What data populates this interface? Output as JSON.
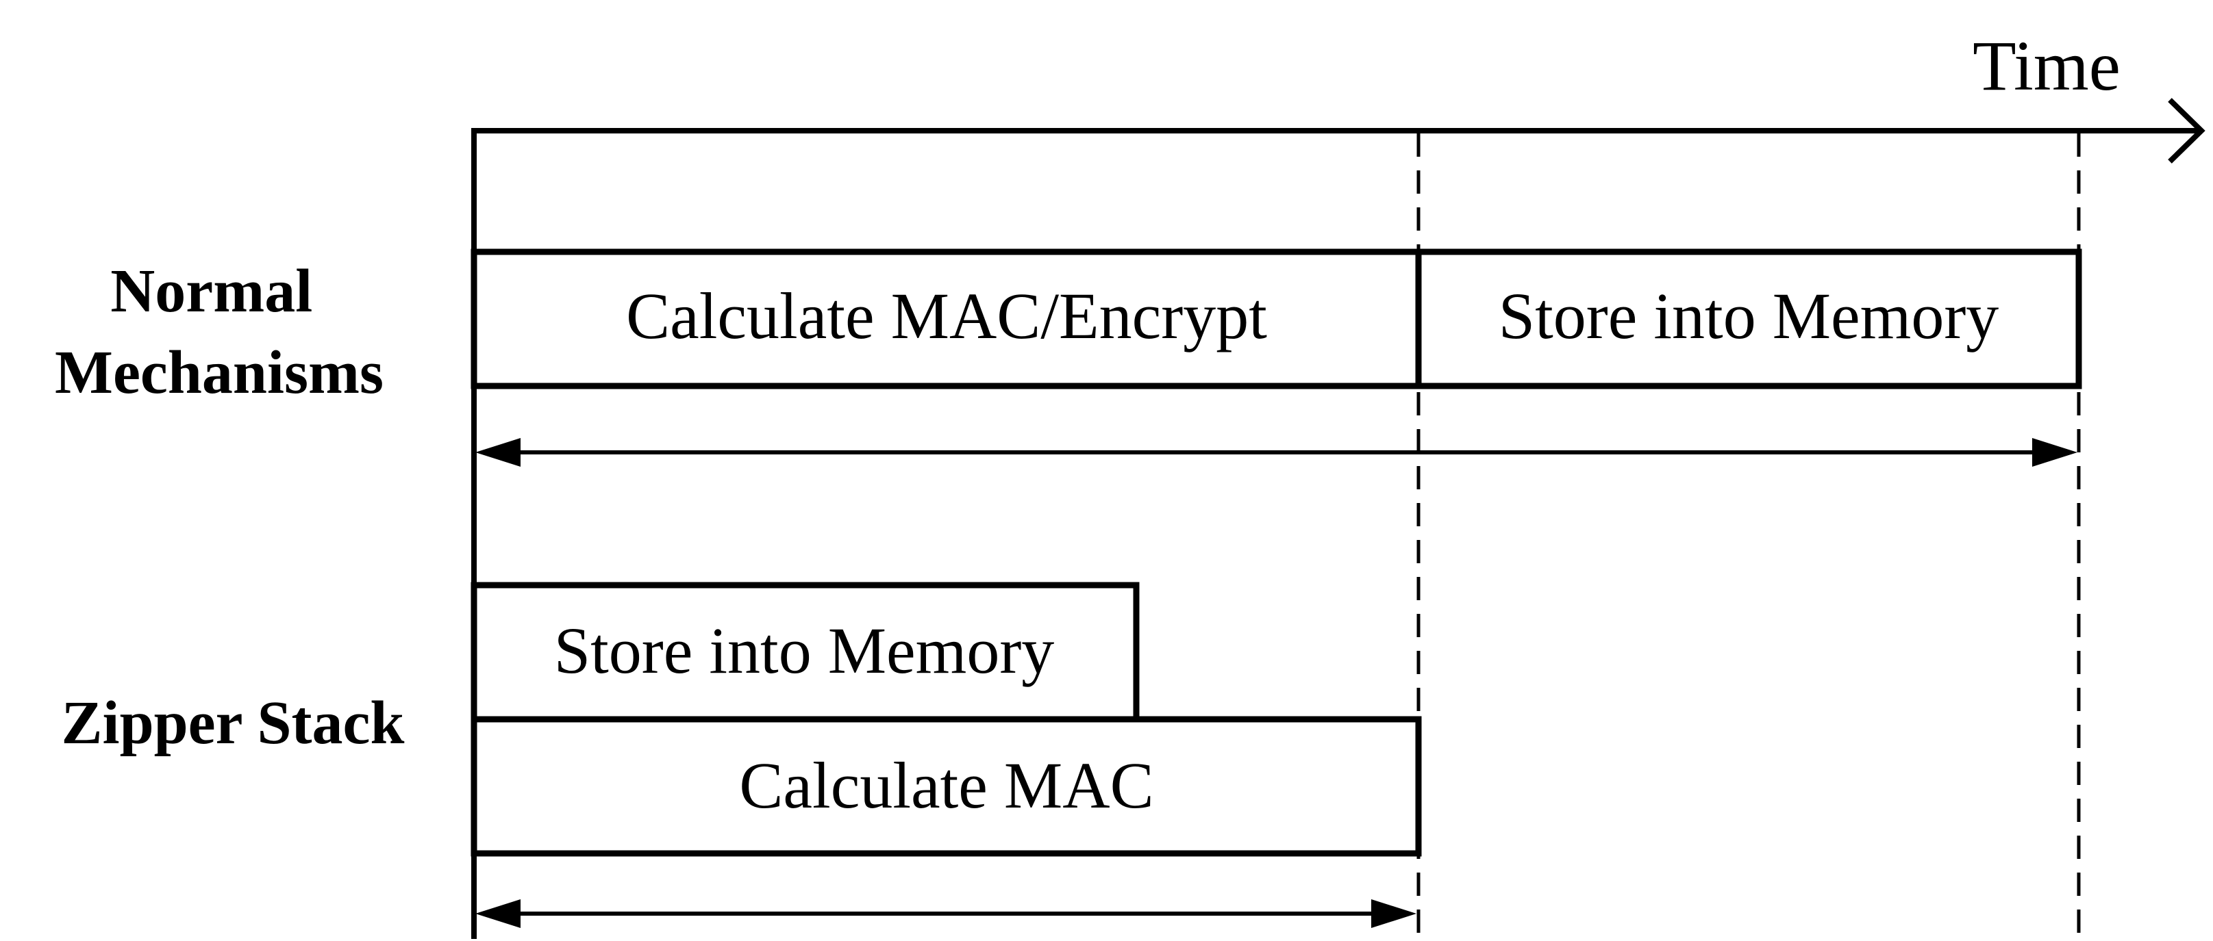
{
  "axis": {
    "label": "Time"
  },
  "rows": {
    "normal": {
      "label_line1": "Normal",
      "label_line2": "Mechanisms",
      "box1": "Calculate MAC/Encrypt",
      "box2": "Store into Memory"
    },
    "zipper": {
      "label": "Zipper Stack",
      "box_top": "Store into Memory",
      "box_bottom": "Calculate MAC"
    }
  }
}
